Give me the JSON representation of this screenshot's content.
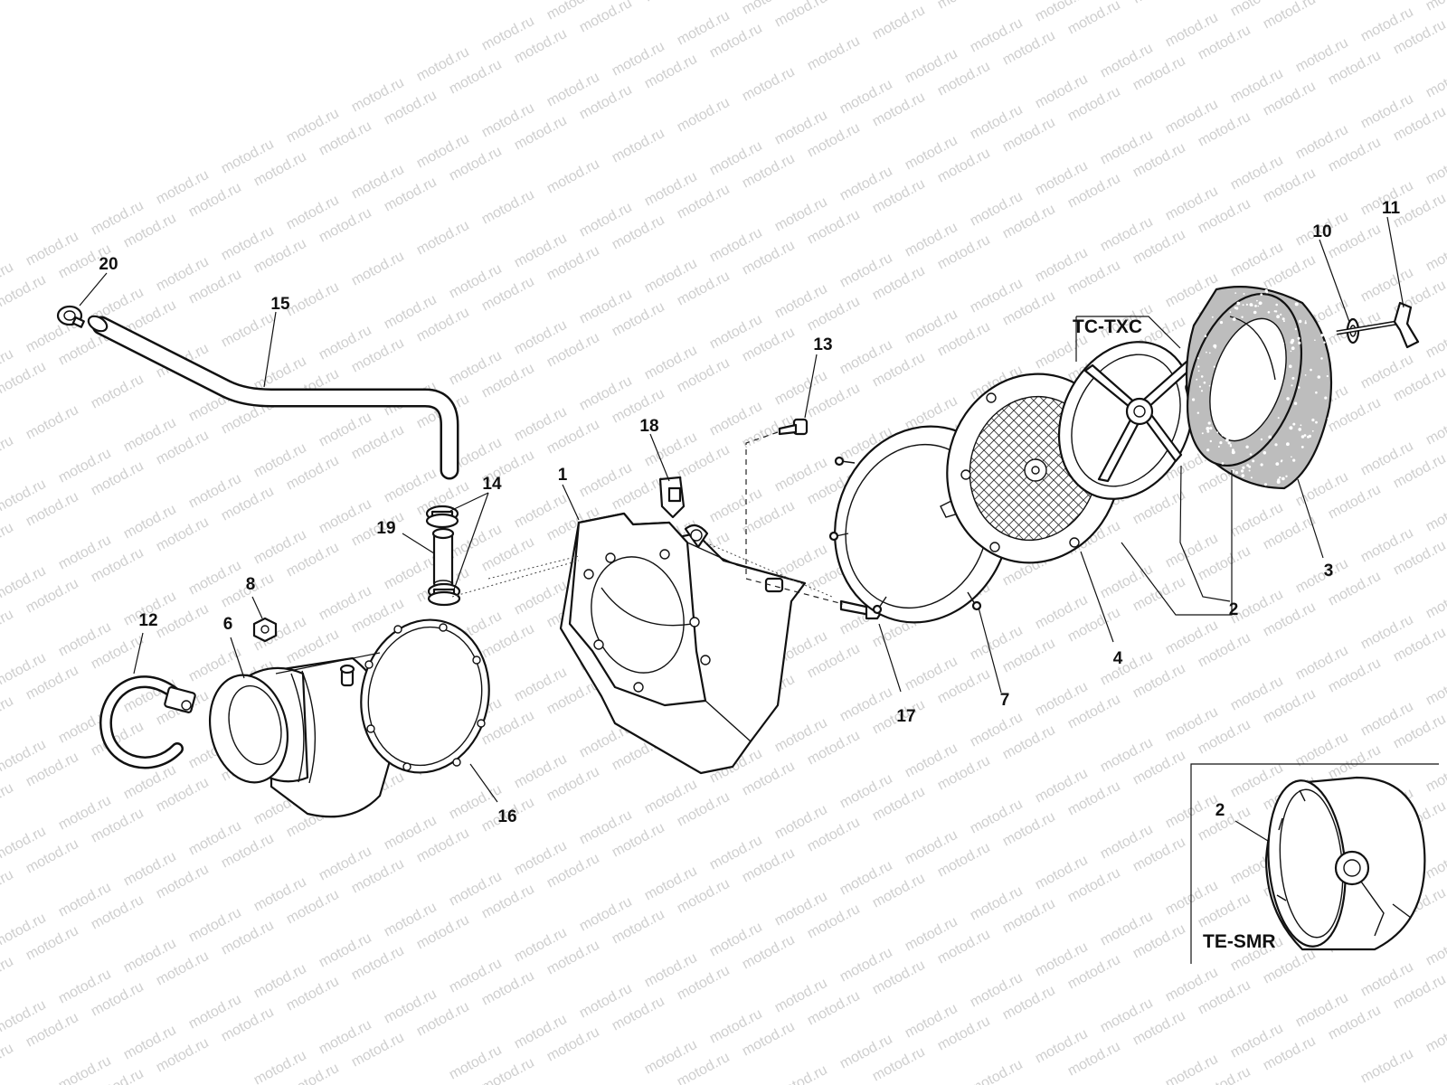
{
  "watermark": {
    "text": "motod.ru"
  },
  "callouts": [
    "20",
    "15",
    "14",
    "19",
    "8",
    "12",
    "6",
    "16",
    "18",
    "1",
    "13",
    "17",
    "7",
    "4",
    "2",
    "3",
    "10",
    "11",
    "2"
  ],
  "variants": {
    "main": "TC-TXC",
    "inset": "TE-SMR"
  },
  "inset": {
    "callout": "2"
  }
}
